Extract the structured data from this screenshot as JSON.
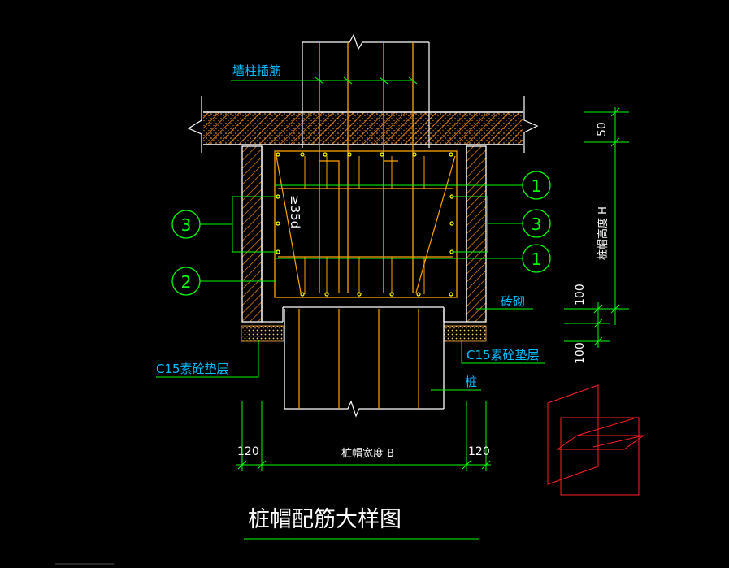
{
  "drawing": {
    "title": "桩帽配筋大样图",
    "labels": {
      "wall_rebar": "墙柱插筋",
      "anchor_length": "≥35d",
      "brick": "砖砌",
      "cushion_left": "C15素砼垫层",
      "cushion_right": "C15素砼垫层",
      "pile": "桩",
      "cap_height": "桩帽高度 H",
      "cap_width": "桩帽宽度 B"
    },
    "dimensions": {
      "top_cover": "50",
      "bottom_1": "100",
      "bottom_2": "100",
      "left_wall": "120",
      "right_wall": "120"
    },
    "callouts": {
      "c1_upper": "1",
      "c1_lower": "1",
      "c2": "2",
      "c3_left": "3",
      "c3_right": "3"
    },
    "colors": {
      "background": "#000000",
      "rebar": "#ffa500",
      "dimension": "#00ff00",
      "outline": "#ffffff",
      "label": "#00bfff",
      "hatch": "#ff8c00",
      "section_icon": "#ff2020",
      "rebar_dots": "#ffff00"
    }
  }
}
